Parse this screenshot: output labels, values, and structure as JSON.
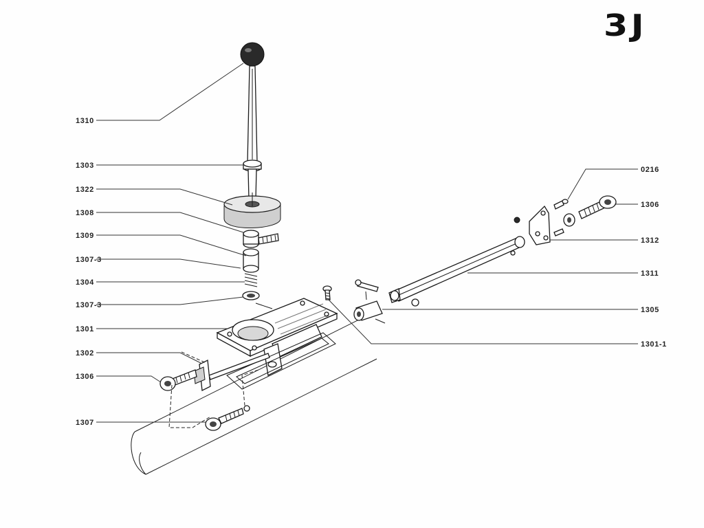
{
  "page_code": "3J",
  "parts": [
    {
      "id": "1310"
    },
    {
      "id": "1303"
    },
    {
      "id": "1322"
    },
    {
      "id": "1308"
    },
    {
      "id": "1309"
    },
    {
      "id": "1307-3-upper",
      "label": "1307-3"
    },
    {
      "id": "1304"
    },
    {
      "id": "1307-3-lower",
      "label": "1307-3"
    },
    {
      "id": "1301"
    },
    {
      "id": "1302"
    },
    {
      "id": "1306-left",
      "label": "1306"
    },
    {
      "id": "1307"
    },
    {
      "id": "0216"
    },
    {
      "id": "1306-right",
      "label": "1306"
    },
    {
      "id": "1312"
    },
    {
      "id": "1311"
    },
    {
      "id": "1305"
    },
    {
      "id": "1301-1"
    }
  ],
  "labels": {
    "p1310": "1310",
    "p1303": "1303",
    "p1322": "1322",
    "p1308": "1308",
    "p1309": "1309",
    "p1307_3a": "1307-3",
    "p1304": "1304",
    "p1307_3b": "1307-3",
    "p1301": "1301",
    "p1302": "1302",
    "p1306a": "1306",
    "p1307": "1307",
    "p0216": "0216",
    "p1306b": "1306",
    "p1312": "1312",
    "p1311": "1311",
    "p1305": "1305",
    "p1301_1": "1301-1"
  }
}
